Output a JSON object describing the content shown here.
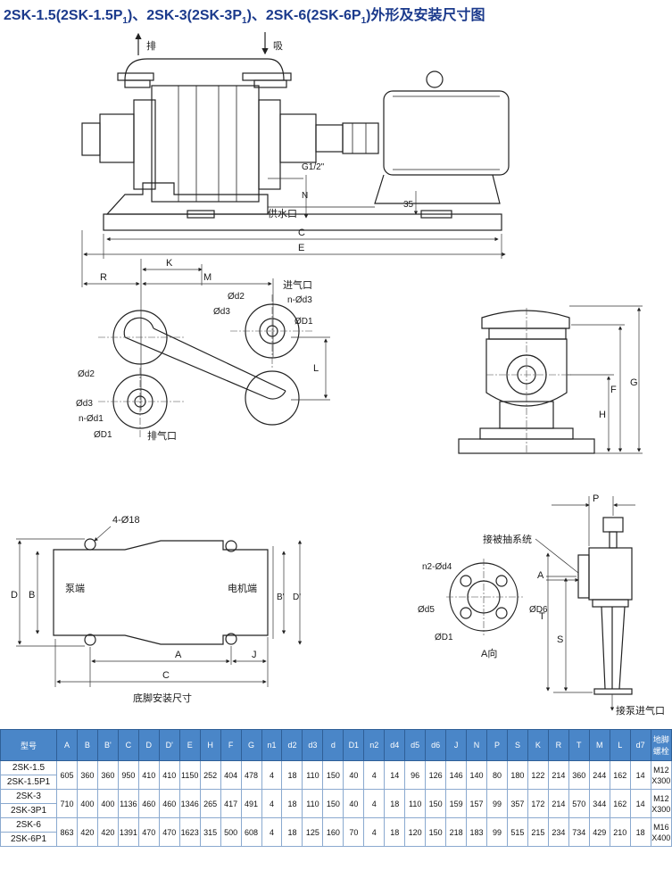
{
  "title": {
    "pre": "2SK-1.5(2SK-1.5P",
    "sub1": "1",
    "mid1": ")、2SK-3(2SK-3P",
    "sub2": "1",
    "mid2": ")、2SK-6(2SK-6P",
    "sub3": "1",
    "post": ")外形及安装尺寸图"
  },
  "front_view": {
    "exhaust": "排",
    "suction": "吸",
    "pipe_thread": "G1/2\"",
    "water_inlet": "供水口",
    "dim_n": "N",
    "dim_35": "35",
    "dim_c": "C",
    "dim_e": "E",
    "dim_r": "R",
    "dim_k": "K",
    "dim_m": "M"
  },
  "flange_view": {
    "inlet": "进气口",
    "outlet": "排气口",
    "d2": "Ød2",
    "d3": "Ød3",
    "n_d3": "n-Ød3",
    "D1": "ØD1",
    "n_d1": "n-Ød1",
    "L": "L"
  },
  "side_view": {
    "F": "F",
    "G": "G",
    "H": "H"
  },
  "base_view": {
    "bolt_holes": "4-Ø18",
    "pump_end": "泵端",
    "motor_end": "电机端",
    "D": "D",
    "B": "B",
    "B_prime": "B'",
    "D_prime": "D'",
    "A": "A",
    "J": "J",
    "C": "C",
    "caption": "底脚安装尺寸"
  },
  "inlet_view": {
    "P": "P",
    "connect": "接被抽系统",
    "n2_d4": "n2-Ød4",
    "d5": "Ød5",
    "D6": "ØD6",
    "D1": "ØD1",
    "A_arrow": "A",
    "A_dir": "A向",
    "S": "S",
    "T": "T",
    "pump_inlet": "接泵进气口"
  },
  "table": {
    "headers": [
      "型号",
      "A",
      "B",
      "B'",
      "C",
      "D",
      "D'",
      "E",
      "H",
      "F",
      "G",
      "n1",
      "d2",
      "d3",
      "d",
      "D1",
      "n2",
      "d4",
      "d5",
      "d6",
      "J",
      "N",
      "P",
      "S",
      "K",
      "R",
      "T",
      "M",
      "L",
      "d7",
      "地脚螺栓"
    ],
    "rows": [
      {
        "model": [
          "2SK-1.5",
          "2SK-1.5P1"
        ],
        "values": [
          "605",
          "360",
          "360",
          "950",
          "410",
          "410",
          "1150",
          "252",
          "404",
          "478",
          "4",
          "18",
          "110",
          "150",
          "40",
          "4",
          "14",
          "96",
          "126",
          "146",
          "140",
          "80",
          "180",
          "122",
          "214",
          "360",
          "244",
          "162",
          "14"
        ],
        "bolt": [
          "M12",
          "X300"
        ]
      },
      {
        "model": [
          "2SK-3",
          "2SK-3P1"
        ],
        "values": [
          "710",
          "400",
          "400",
          "1136",
          "460",
          "460",
          "1346",
          "265",
          "417",
          "491",
          "4",
          "18",
          "110",
          "150",
          "40",
          "4",
          "18",
          "110",
          "150",
          "159",
          "157",
          "99",
          "357",
          "172",
          "214",
          "570",
          "344",
          "162",
          "14"
        ],
        "bolt": [
          "M12",
          "X300"
        ]
      },
      {
        "model": [
          "2SK-6",
          "2SK-6P1"
        ],
        "values": [
          "863",
          "420",
          "420",
          "1391",
          "470",
          "470",
          "1623",
          "315",
          "500",
          "608",
          "4",
          "18",
          "125",
          "160",
          "70",
          "4",
          "18",
          "120",
          "150",
          "218",
          "183",
          "99",
          "515",
          "215",
          "234",
          "734",
          "429",
          "210",
          "18"
        ],
        "bolt": [
          "M16",
          "X400"
        ]
      }
    ]
  }
}
